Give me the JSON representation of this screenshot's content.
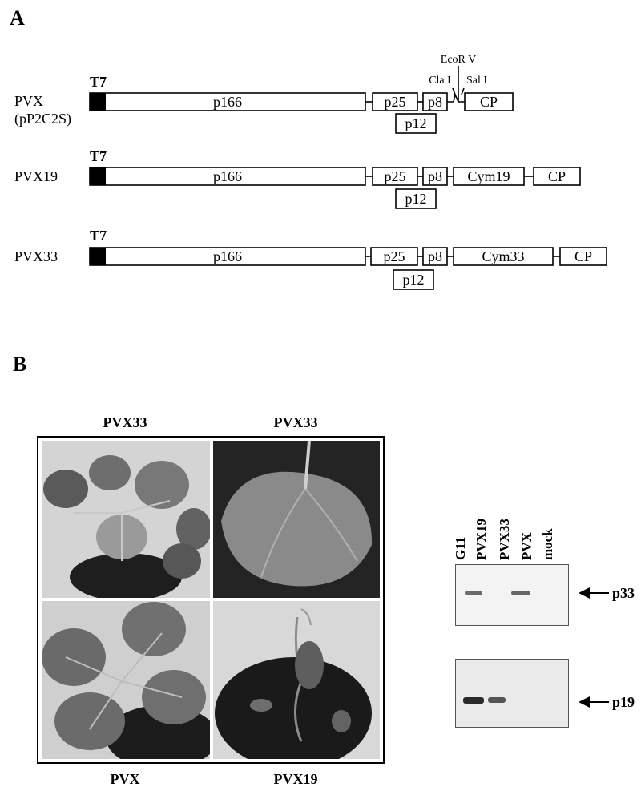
{
  "panel_a": {
    "letter": "A",
    "constructs": [
      {
        "name": "PVX",
        "subname": "(pP2C2S)",
        "promoter": "T7",
        "segments": [
          "p166",
          "p25",
          "p8",
          "CP"
        ],
        "overlap": "p12",
        "sites": {
          "top": "EcoR V",
          "left": "Cla I",
          "right": "Sal I"
        }
      },
      {
        "name": "PVX19",
        "promoter": "T7",
        "segments": [
          "p166",
          "p25",
          "p8",
          "Cym19",
          "CP"
        ],
        "overlap": "p12"
      },
      {
        "name": "PVX33",
        "promoter": "T7",
        "segments": [
          "p166",
          "p25",
          "p8",
          "Cym33",
          "CP"
        ],
        "overlap": "p12"
      }
    ]
  },
  "panel_b": {
    "letter": "B",
    "photos": {
      "top_left": "PVX33",
      "top_right": "PVX33",
      "bottom_left": "PVX",
      "bottom_right": "PVX19"
    },
    "blot": {
      "lanes": [
        "G11",
        "PVX19",
        "PVX33",
        "PVX",
        "mock"
      ],
      "top_band": "p33",
      "bottom_band": "p19"
    }
  }
}
